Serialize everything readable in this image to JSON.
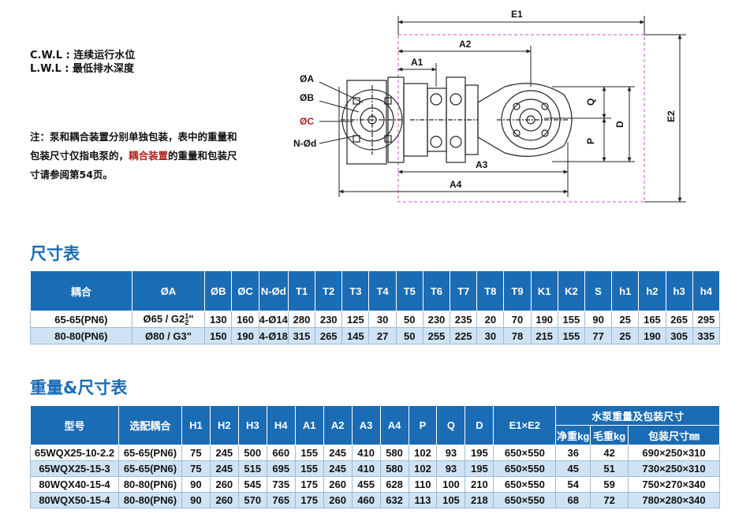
{
  "legend": {
    "cwl": "C.W.L : 连续运行水位",
    "lwl": "L.W.L : 最低排水深度"
  },
  "remark": {
    "prefix": "注：泵和耦合装置分别单独包装，表中的重量和包装尺寸仅指电泵的，",
    "highlight": "耦合装置",
    "suffix": "的重量和包装尺寸请参阅第54页。"
  },
  "drawing": {
    "E1": "E1",
    "E2": "E2",
    "A1": "A1",
    "A2": "A2",
    "A3": "A3",
    "A4": "A4",
    "Q": "Q",
    "P": "P",
    "D": "D",
    "OA": "ØA",
    "OB": "ØB",
    "OC": "ØC",
    "ND": "N-Ød"
  },
  "table1": {
    "title": "尺寸表",
    "headers": [
      "耦合",
      "ØA",
      "ØB",
      "ØC",
      "N-Ød",
      "T1",
      "T2",
      "T3",
      "T4",
      "T5",
      "T6",
      "T7",
      "T8",
      "T9",
      "K1",
      "K2",
      "S",
      "h1",
      "h2",
      "h3",
      "h4"
    ],
    "rows": [
      {
        "coupling": "65-65(PN6)",
        "oa": "Ø65 / G2",
        "frac_num": "1",
        "frac_den": "2",
        "frac_mark": "\"",
        "rest": [
          "130",
          "160",
          "4-Ø14",
          "280",
          "230",
          "125",
          "30",
          "50",
          "230",
          "235",
          "20",
          "70",
          "190",
          "155",
          "90",
          "25",
          "165",
          "265",
          "295"
        ]
      },
      {
        "coupling": "80-80(PN6)",
        "oa": "Ø80 / G3\"",
        "frac_num": "",
        "frac_den": "",
        "frac_mark": "",
        "rest": [
          "150",
          "190",
          "4-Ø18",
          "315",
          "265",
          "145",
          "27",
          "50",
          "255",
          "225",
          "30",
          "78",
          "215",
          "155",
          "77",
          "25",
          "190",
          "305",
          "335"
        ]
      }
    ]
  },
  "table2": {
    "title": "重量&尺寸表",
    "headers": [
      "型号",
      "选配耦合",
      "H1",
      "H2",
      "H3",
      "H4",
      "A1",
      "A2",
      "A3",
      "A4",
      "P",
      "Q",
      "D",
      "E1×E2"
    ],
    "group_header": "水泵重量及包装尺寸",
    "sub_headers": [
      "净重kg",
      "毛重kg",
      "包装尺寸㎜"
    ],
    "rows": [
      [
        "65WQX25-10-2.2",
        "65-65(PN6)",
        "75",
        "245",
        "500",
        "660",
        "155",
        "245",
        "410",
        "580",
        "102",
        "93",
        "195",
        "650×550",
        "36",
        "42",
        "690×250×310"
      ],
      [
        "65WQX25-15-3",
        "65-65(PN6)",
        "75",
        "245",
        "515",
        "695",
        "155",
        "245",
        "410",
        "580",
        "102",
        "93",
        "195",
        "650×550",
        "45",
        "51",
        "730×250×310"
      ],
      [
        "80WQX40-15-4",
        "80-80(PN6)",
        "90",
        "260",
        "545",
        "735",
        "175",
        "260",
        "455",
        "628",
        "110",
        "100",
        "210",
        "650×550",
        "54",
        "59",
        "750×270×340"
      ],
      [
        "80WQX50-15-4",
        "80-80(PN6)",
        "90",
        "260",
        "570",
        "765",
        "175",
        "260",
        "460",
        "632",
        "113",
        "105",
        "218",
        "650×550",
        "68",
        "72",
        "780×280×340"
      ]
    ]
  },
  "colors": {
    "header_blue": "#1a6cb5",
    "row_blue": "#cfe3f4",
    "title_blue": "#1a6cb5",
    "accent_red": "#b02020",
    "frame_magenta": "#d44bd4"
  }
}
